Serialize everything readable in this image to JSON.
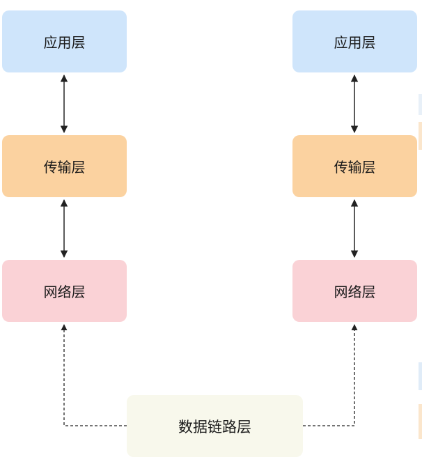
{
  "layers": {
    "left": {
      "application": "应用层",
      "transport": "传输层",
      "network": "网络层"
    },
    "right": {
      "application": "应用层",
      "transport": "传输层",
      "network": "网络层"
    },
    "data_link": "数据链路层"
  },
  "colors": {
    "application": "#cfe5fb",
    "transport": "#fbd2a0",
    "network": "#fad2d6",
    "data_link": "#f8f8ec",
    "arrow": "#222222"
  }
}
